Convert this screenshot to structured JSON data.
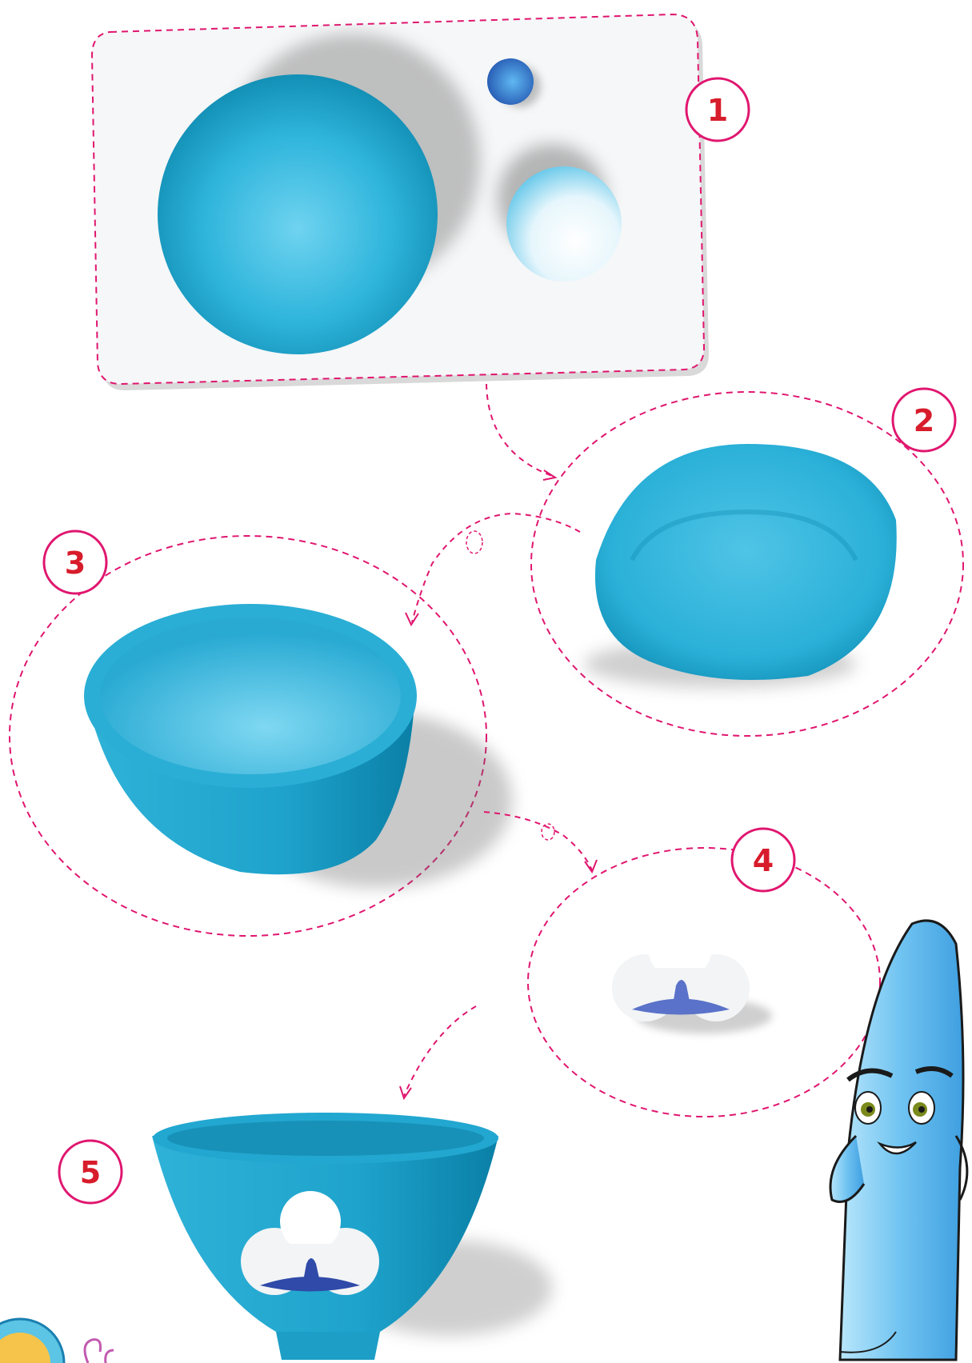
{
  "accent_color": "#e0166f",
  "number_color": "#d71c2b",
  "clay_color": "#29b2d9",
  "steps": [
    {
      "number": "1",
      "icon": "clay-balls-icon"
    },
    {
      "number": "2",
      "icon": "flattened-disc-icon"
    },
    {
      "number": "3",
      "icon": "bowl-icon"
    },
    {
      "number": "4",
      "icon": "flower-decoration-icon"
    },
    {
      "number": "5",
      "icon": "decorated-bowl-icon"
    }
  ],
  "mascot": "pencil-character-icon"
}
